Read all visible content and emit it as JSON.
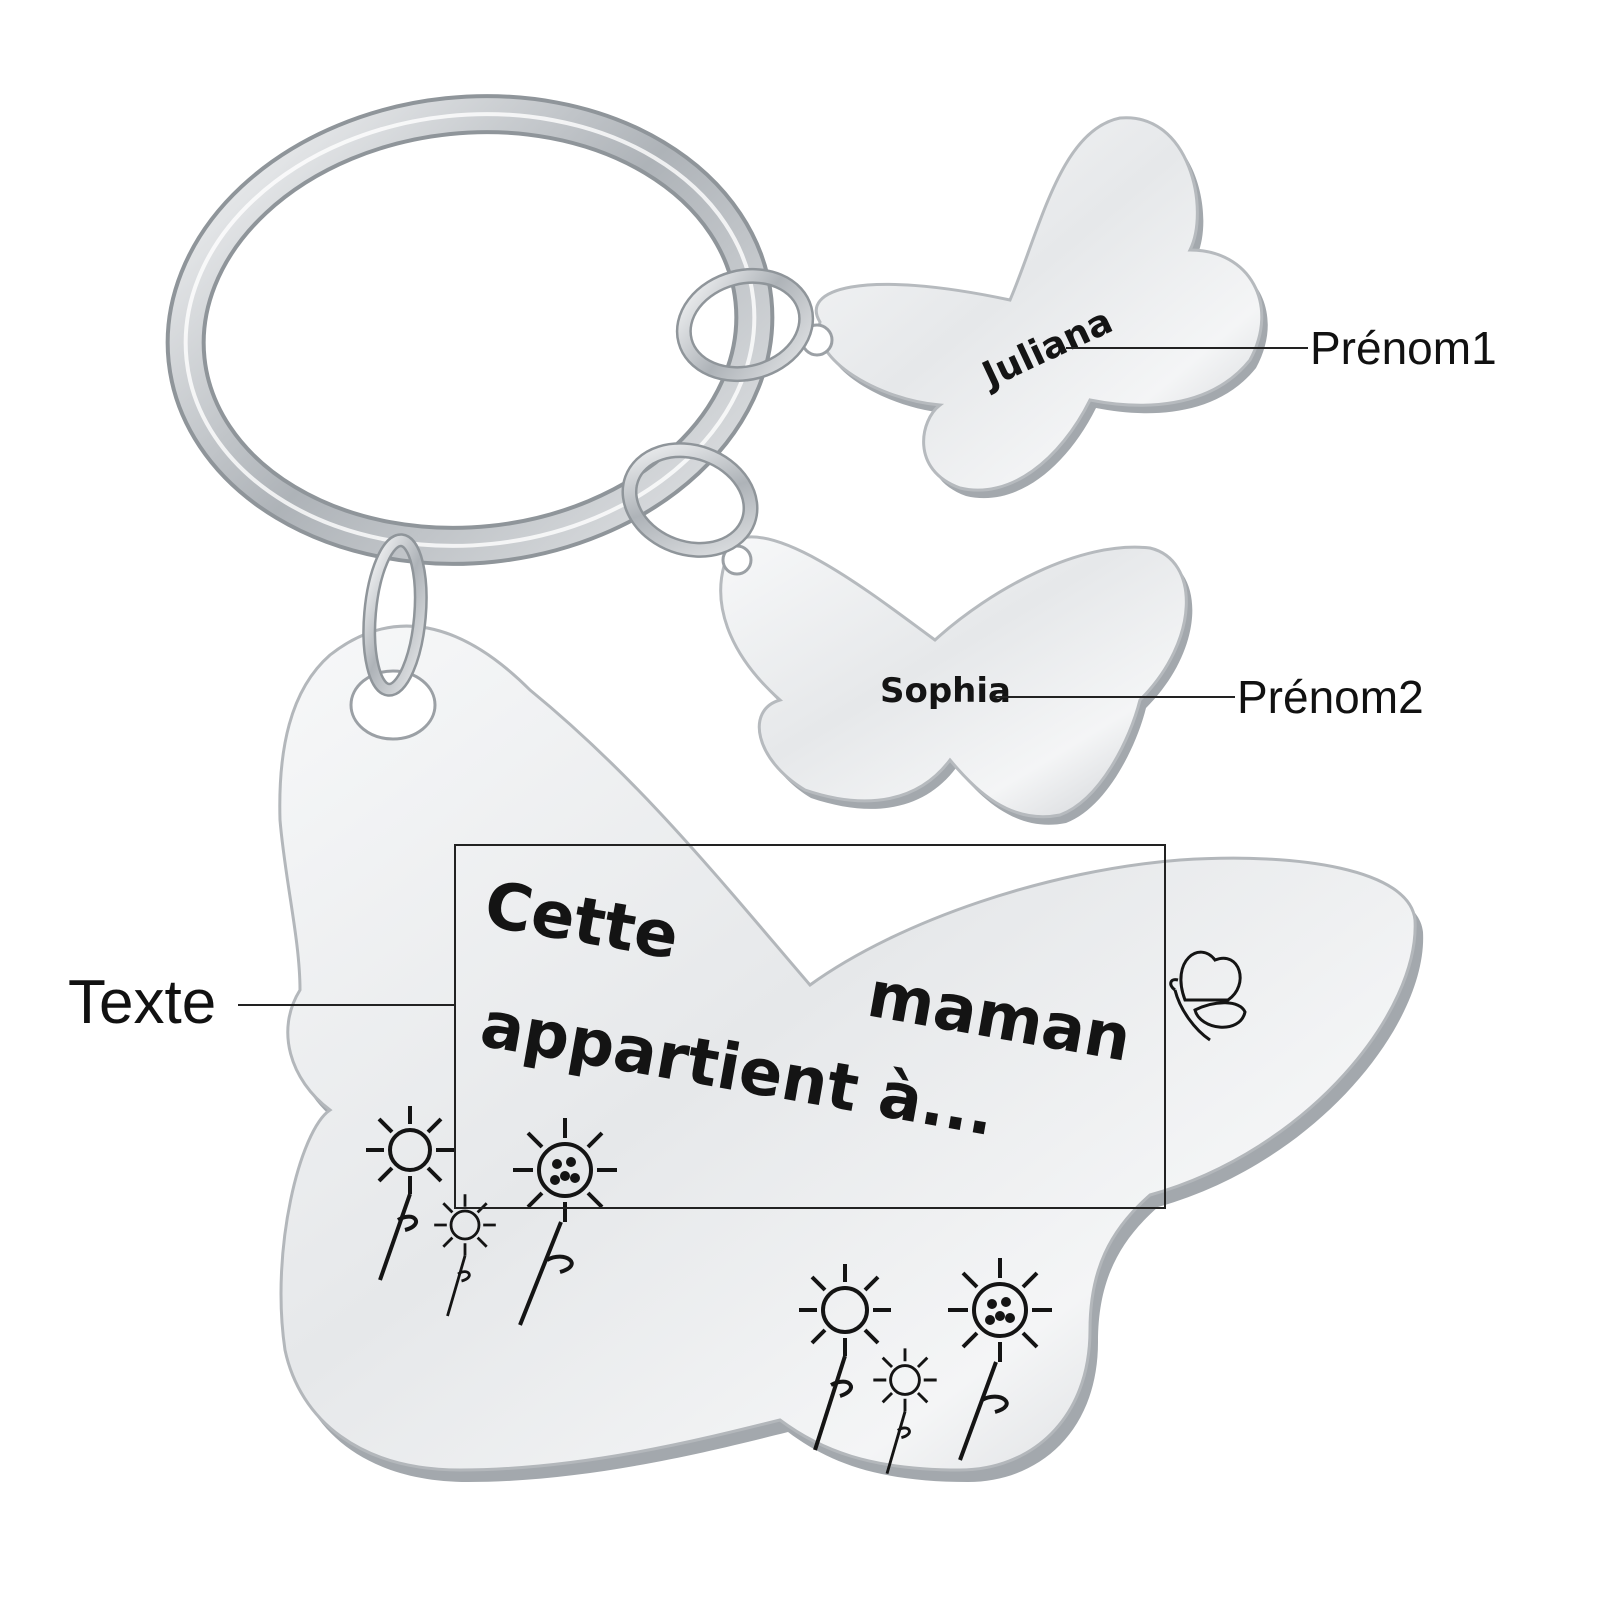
{
  "callouts": {
    "prenom1": "Prénom1",
    "prenom2": "Prénom2",
    "texte": "Texte"
  },
  "engravings": {
    "name1": "Juliana",
    "name2": "Sophia",
    "line1": "Cette",
    "line2": "maman",
    "line3": "appartient à..."
  },
  "colors": {
    "metal_light": "#f2f3f5",
    "metal_mid": "#d3d6da",
    "metal_dark": "#9ea3a8",
    "engraving": "#141414",
    "callout_line": "#222222"
  }
}
